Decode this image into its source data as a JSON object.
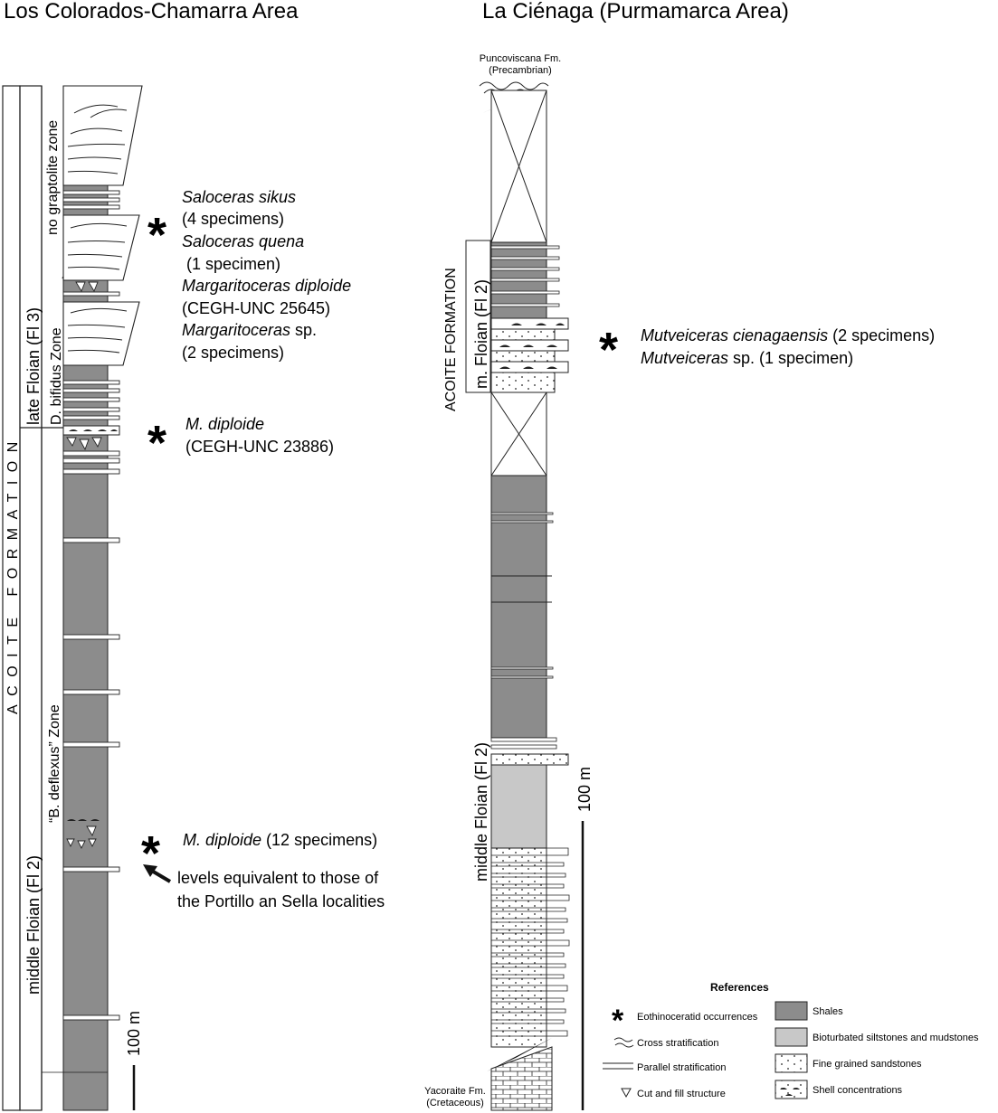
{
  "left_section": {
    "title": "Los Colorados-Chamarra Area",
    "formation_label": "ACOITE FORMATION",
    "stage_late": "late Floian (Fl 3)",
    "stage_middle": "middle Floian (Fl 2)",
    "zone_no_graptolite": "no graptolite zone",
    "zone_bifidus": "D. bifidus Zone",
    "zone_question": "?",
    "zone_deflexus": "“B. deflexus” Zone",
    "scale_label": "100 m",
    "occurrence_1": {
      "lines": [
        {
          "taxon": "Saloceras sikus",
          "rest": ""
        },
        {
          "taxon": "",
          "rest": "(4 specimens)"
        },
        {
          "taxon": "Saloceras quena",
          "rest": ""
        },
        {
          "taxon": "",
          "rest": " (1 specimen)"
        },
        {
          "taxon": "Margaritoceras diploide",
          "rest": ""
        },
        {
          "taxon": "",
          "rest": "(CEGH-UNC 25645)"
        },
        {
          "taxon": "Margaritoceras",
          "rest": " sp."
        },
        {
          "taxon": "",
          "rest": "(2 specimens)"
        }
      ]
    },
    "occurrence_2": {
      "lines": [
        {
          "taxon": "M. diploide",
          "rest": ""
        },
        {
          "taxon": "",
          "rest": "(CEGH-UNC 23886)"
        }
      ]
    },
    "occurrence_3": {
      "lines": [
        {
          "taxon": "M. diploide",
          "rest": " (12 specimens)"
        }
      ]
    },
    "note_line1": "levels equivalent to those of",
    "note_line2": "the Portillo an Sella localities"
  },
  "right_section": {
    "title": "La Ciénaga (Purmamarca Area)",
    "top_unit": "Puncoviscana Fm.",
    "top_age": "(Precambrian)",
    "bottom_unit": "Yacoraite Fm.",
    "bottom_age": "(Cretaceous)",
    "formation_label": "ACOITE FORMATION",
    "stage_m": "m. Floian (Fl 2)",
    "stage_middle": "middle Floian (Fl 2)",
    "scale_label": "100 m",
    "occurrence": {
      "lines": [
        {
          "taxon": "Mutveiceras cienagaensis",
          "rest": " (2 specimens)"
        },
        {
          "taxon": "Mutveiceras",
          "rest": " sp. (1 specimen)"
        }
      ]
    }
  },
  "legend": {
    "title": "References",
    "eothinoceratid": "Eothinoceratid occurrences",
    "cross": "Cross stratification",
    "parallel": "Parallel stratification",
    "cut_fill": "Cut and fill structure",
    "shales": "Shales",
    "bioturbated": "Bioturbated siltstones and mudstones",
    "sandstones": "Fine grained sandstones",
    "shell": "Shell concentrations"
  },
  "colors": {
    "shale": "#8c8c8c",
    "siltstone": "#c8c8c8",
    "line": "#222222"
  },
  "icons": [
    "asterisk-icon",
    "arrow-icon",
    "cut-fill-icon",
    "cross-stratification-icon"
  ]
}
